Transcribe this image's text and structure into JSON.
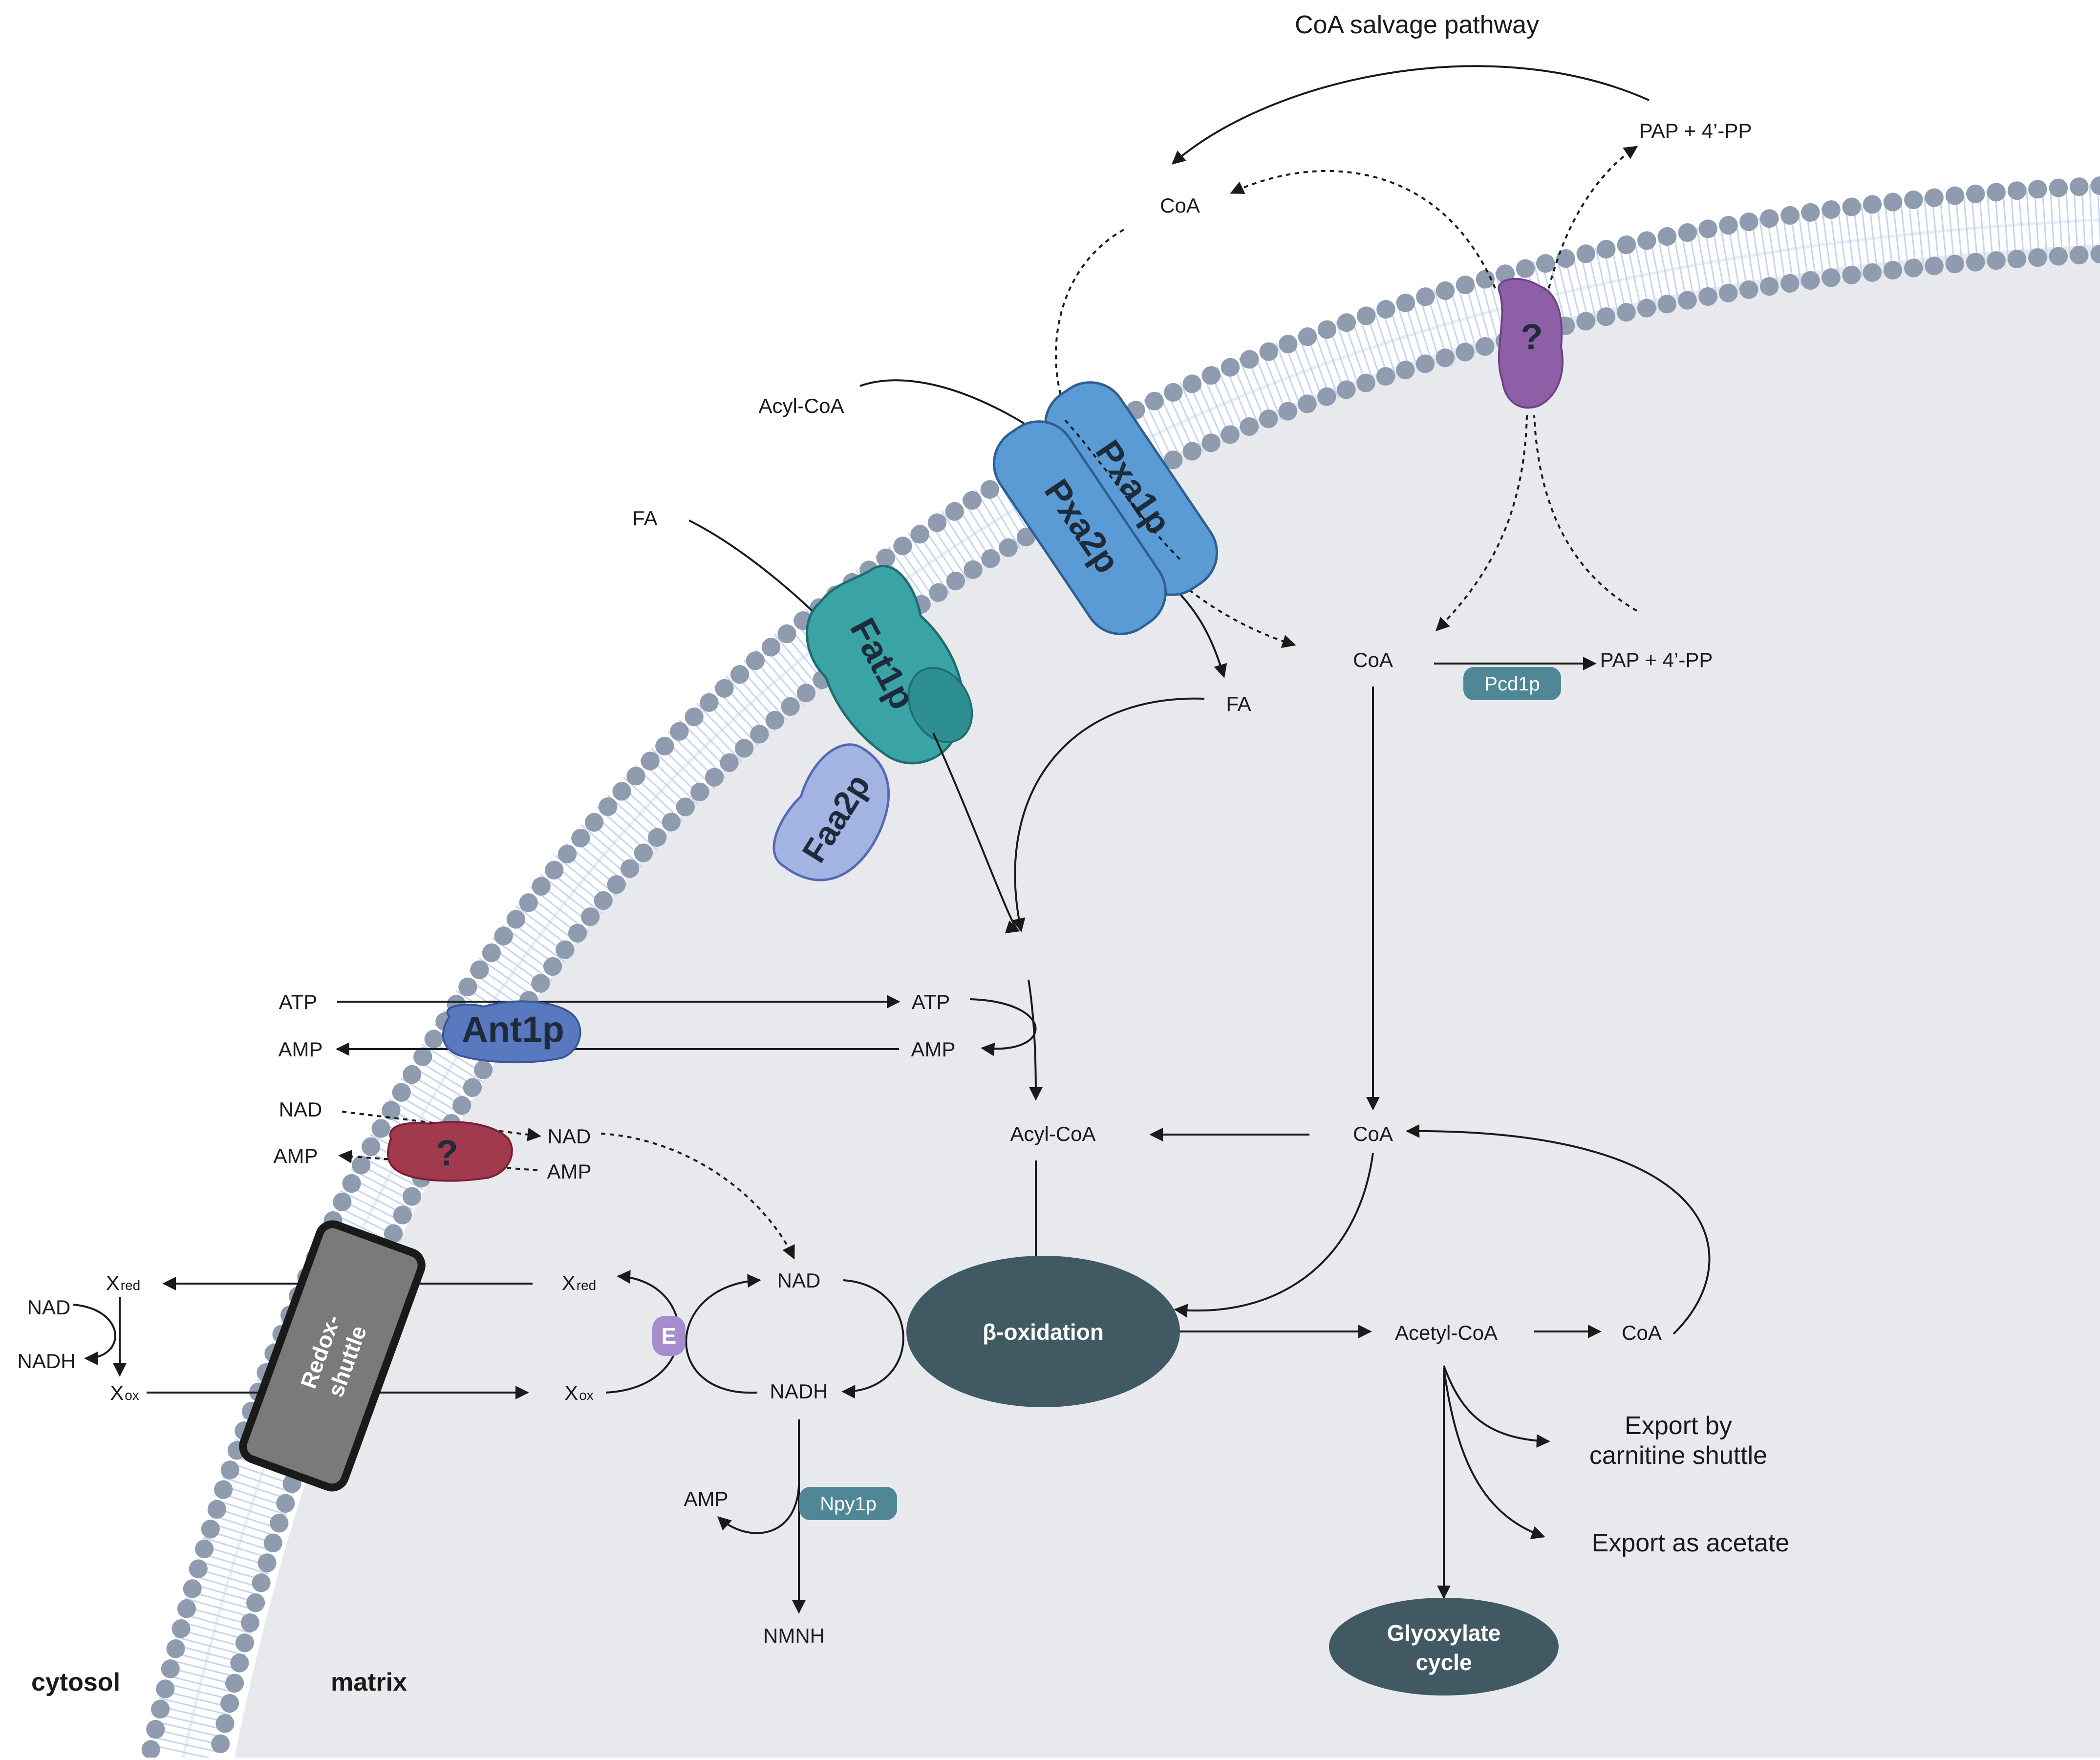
{
  "title": "CoA salvage pathway",
  "compartments": {
    "cytosol": "cytosol",
    "matrix": "matrix"
  },
  "proteins": {
    "pxa1p": "Pxa1p",
    "pxa2p": "Pxa2p",
    "fat1p": "Fat1p",
    "faa2p": "Faa2p",
    "ant1p": "Ant1p",
    "unknown_top": "?",
    "unknown_nad": "?",
    "redox_shuttle_1": "Redox-",
    "redox_shuttle_2": "shuttle",
    "enzyme_e": "E"
  },
  "enzymes": {
    "pcd1p": "Pcd1p",
    "npy1p": "Npy1p"
  },
  "metabolites": {
    "coa_top": "CoA",
    "pap_top": "PAP + 4’-PP",
    "acylcoa_cyt": "Acyl-CoA",
    "fa_cyt": "FA",
    "coa_mid": "CoA",
    "pap_mid": "PAP + 4’-PP",
    "fa_matrix": "FA",
    "atp_cyt": "ATP",
    "amp_cyt": "AMP",
    "atp_mat": "ATP",
    "amp_mat": "AMP",
    "nad_cyt": "NAD",
    "amp_cyt2": "AMP",
    "nad_mat": "NAD",
    "amp_mat2": "AMP",
    "acylcoa_mat": "Acyl-CoA",
    "coa_right": "CoA",
    "xred_cyt_x": "X",
    "xred_cyt_sub": "red",
    "nad_cyt3": "NAD",
    "nadh_cyt": "NADH",
    "xox_cyt_x": "X",
    "xox_cyt_sub": "ox",
    "xred_mat_x": "X",
    "xred_mat_sub": "red",
    "xox_mat_x": "X",
    "xox_mat_sub": "ox",
    "nad_mat2": "NAD",
    "nadh_mat": "NADH",
    "amp_npy": "AMP",
    "nmnh": "NMNH",
    "acetylcoa": "Acetyl-CoA",
    "coa_far": "CoA"
  },
  "processes": {
    "beta_oxidation": "β-oxidation",
    "glyoxylate_1": "Glyoxylate",
    "glyoxylate_2": "cycle"
  },
  "exports": {
    "carnitine_1": "Export by",
    "carnitine_2": "carnitine shuttle",
    "acetate": "Export as acetate"
  },
  "colors": {
    "matrix": "#e8e9ed",
    "lipid_head": "#8f9cb0",
    "lipid_tail": "#bccde6",
    "pxa": "#5b9bd5",
    "fat1p": "#3aa3a6",
    "faa2p": "#a3b4e3",
    "ant1p": "#5878bf",
    "unknown_purple": "#8e5ea6",
    "unknown_red": "#a23a4e",
    "redox_shuttle": "#7a7a7a",
    "enzyme_e": "#a48ccd",
    "enzyme_pill": "#4f8796",
    "process": "#415962"
  }
}
